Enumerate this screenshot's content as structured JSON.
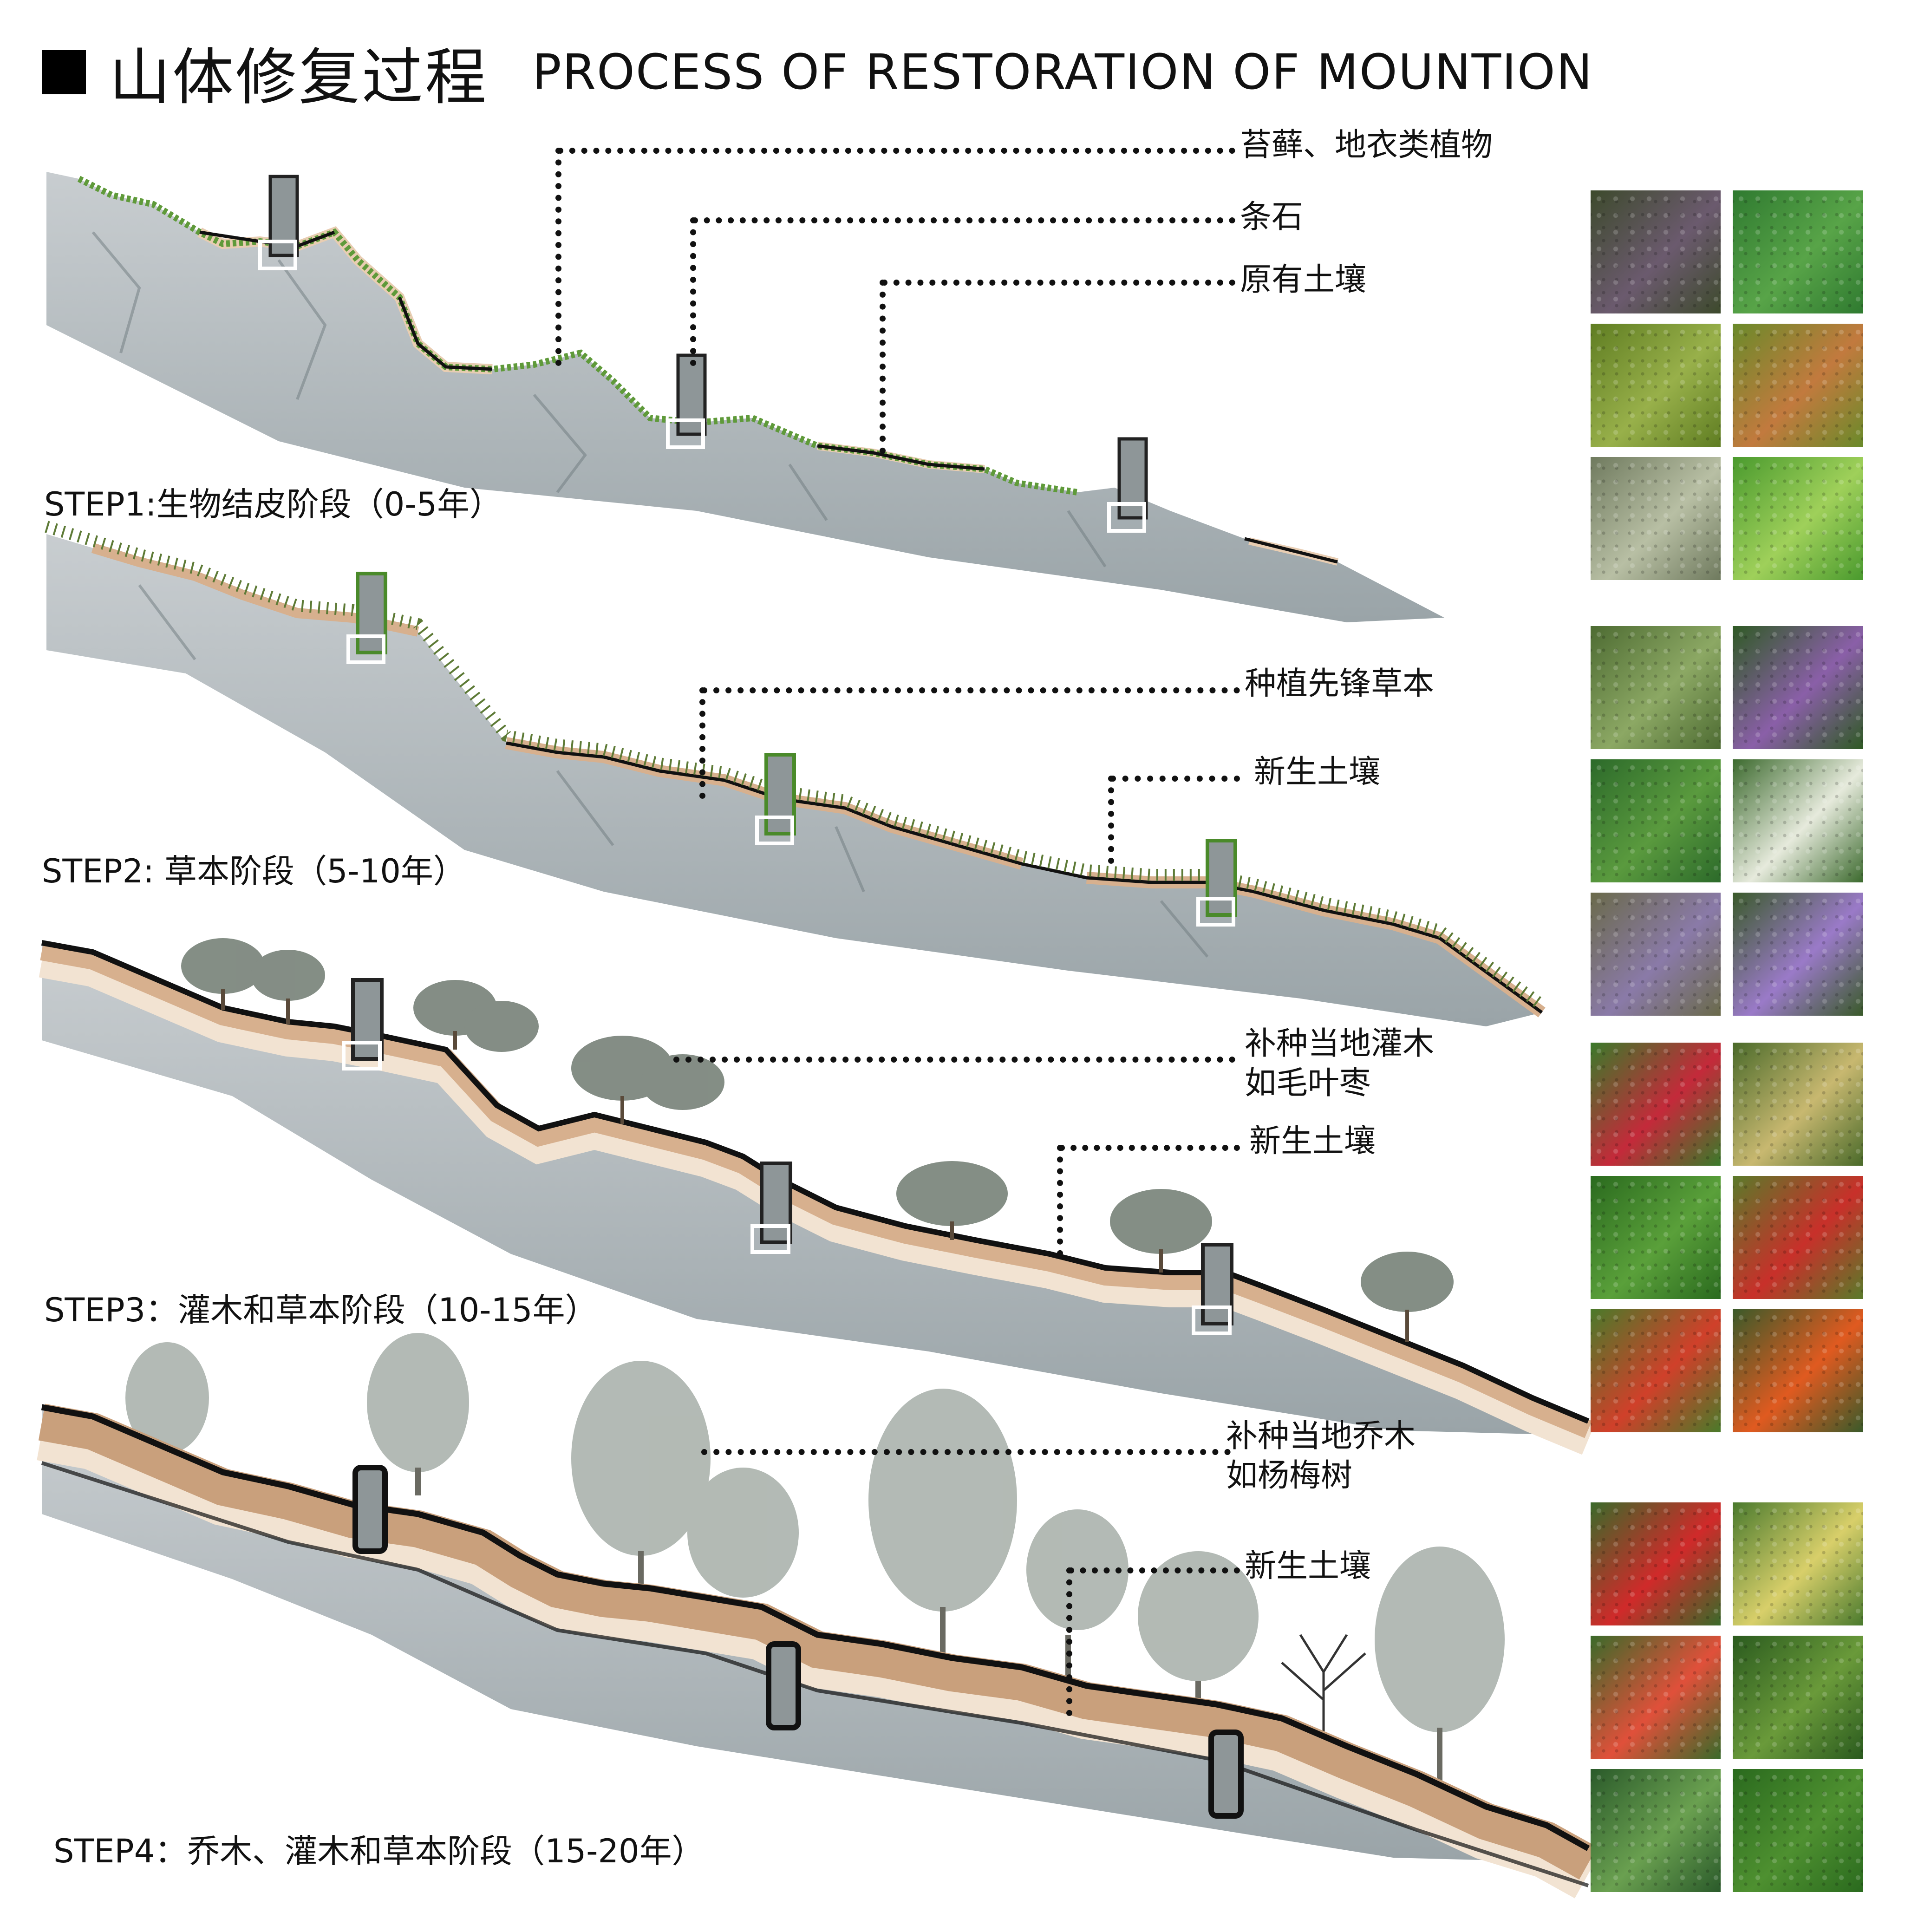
{
  "header": {
    "title_cn": "山体修复过程",
    "title_en": "PROCESS OF RESTORATION OF MOUNTION"
  },
  "steps": [
    {
      "label": "STEP1:生物结皮阶段（0-5年）",
      "annotations": [
        "苔藓、地衣类植物",
        "条石",
        "原有土壤"
      ],
      "photos": [
        {
          "name": "moss-purple",
          "colors": [
            "#3d4a2c",
            "#6b5a6e"
          ]
        },
        {
          "name": "moss-green-leaves",
          "colors": [
            "#2f7a30",
            "#58a448"
          ]
        },
        {
          "name": "moss-yellow-green",
          "colors": [
            "#5f7d22",
            "#98b04a"
          ]
        },
        {
          "name": "moss-sporophytes",
          "colors": [
            "#6a8a2a",
            "#c27a3e"
          ]
        },
        {
          "name": "lichen-grey",
          "colors": [
            "#6f7a5e",
            "#b8bfa4"
          ]
        },
        {
          "name": "moss-bright-green",
          "colors": [
            "#4a9a2e",
            "#9fd05a"
          ]
        }
      ]
    },
    {
      "label": "STEP2: 草本阶段（5-10年）",
      "annotations": [
        "种植先锋草本",
        "新生土壤"
      ],
      "photos": [
        {
          "name": "grass-tuft",
          "colors": [
            "#4d6b32",
            "#8ca864"
          ]
        },
        {
          "name": "purple-flowers",
          "colors": [
            "#2f5a24",
            "#8a5fa8"
          ]
        },
        {
          "name": "broad-leaf-herb",
          "colors": [
            "#2c6a2a",
            "#5a9a3e"
          ]
        },
        {
          "name": "white-spike-grass",
          "colors": [
            "#3c6a2e",
            "#e6eadc"
          ]
        },
        {
          "name": "purple-spike-grass",
          "colors": [
            "#6a6a4a",
            "#8a7aa8"
          ]
        },
        {
          "name": "purple-flower-rosette",
          "colors": [
            "#3a5a2a",
            "#9a7ac8"
          ]
        }
      ]
    },
    {
      "label": "STEP3：灌木和草本阶段（10-15年）",
      "annotations": [
        "补种当地灌木\n如毛叶枣",
        "新生土壤"
      ],
      "photos": [
        {
          "name": "red-raspberry-shrub",
          "colors": [
            "#3a7a2a",
            "#c42a3a"
          ]
        },
        {
          "name": "shrub-blossom",
          "colors": [
            "#4a6a2a",
            "#c8b870"
          ]
        },
        {
          "name": "green-shrub-leaves",
          "colors": [
            "#2a6a1e",
            "#5aa03a"
          ]
        },
        {
          "name": "red-berries-shrub",
          "colors": [
            "#5a7a2a",
            "#c8302a"
          ]
        },
        {
          "name": "jujube-fruits",
          "colors": [
            "#4a7a2a",
            "#d0402a"
          ]
        },
        {
          "name": "orange-berries",
          "colors": [
            "#3a5a2a",
            "#e05a20"
          ]
        }
      ]
    },
    {
      "label": "STEP4：乔木、灌木和草本阶段（15-20年）",
      "annotations": [
        "补种当地乔木\n如杨梅树",
        "新生土壤"
      ],
      "photos": [
        {
          "name": "red-bayberry",
          "colors": [
            "#3a6a2a",
            "#d02a2a"
          ]
        },
        {
          "name": "yellow-pears",
          "colors": [
            "#4a7a2e",
            "#d8cf6a"
          ]
        },
        {
          "name": "peaches",
          "colors": [
            "#3a6a2a",
            "#e0503a"
          ]
        },
        {
          "name": "tree-canopy",
          "colors": [
            "#2a5a1e",
            "#6a9a3a"
          ]
        },
        {
          "name": "conifer-branch",
          "colors": [
            "#2a5a2a",
            "#6aa050"
          ]
        },
        {
          "name": "dense-tree",
          "colors": [
            "#2a6a1e",
            "#4e9030"
          ]
        }
      ]
    }
  ],
  "colors": {
    "rock": "#b8bfc2",
    "rock_dark": "#7f8a8e",
    "soil": "#d7b08e",
    "soil_light": "#f2e3d2",
    "moss": "#5f9a3a",
    "outline": "#111111"
  }
}
